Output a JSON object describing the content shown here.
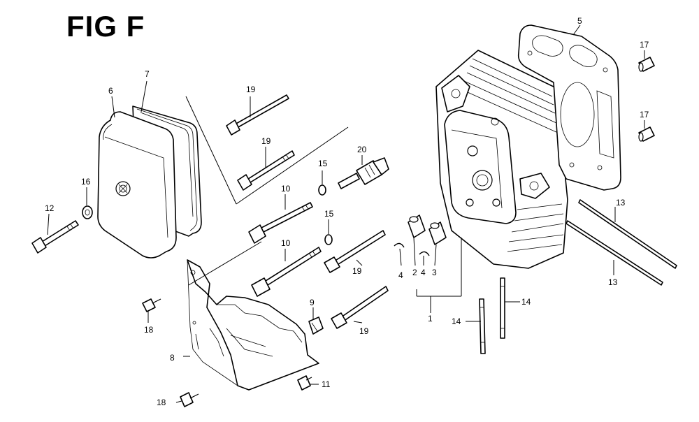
{
  "figure": {
    "title": "FIG F"
  },
  "callouts": [
    {
      "id": "c1",
      "label": "1"
    },
    {
      "id": "c2",
      "label": "2"
    },
    {
      "id": "c3",
      "label": "3"
    },
    {
      "id": "c4a",
      "label": "4"
    },
    {
      "id": "c4b",
      "label": "4"
    },
    {
      "id": "c5",
      "label": "5"
    },
    {
      "id": "c6",
      "label": "6"
    },
    {
      "id": "c7",
      "label": "7"
    },
    {
      "id": "c8",
      "label": "8"
    },
    {
      "id": "c9",
      "label": "9"
    },
    {
      "id": "c10a",
      "label": "10"
    },
    {
      "id": "c10b",
      "label": "10"
    },
    {
      "id": "c11",
      "label": "11"
    },
    {
      "id": "c12",
      "label": "12"
    },
    {
      "id": "c13a",
      "label": "13"
    },
    {
      "id": "c13b",
      "label": "13"
    },
    {
      "id": "c14a",
      "label": "14"
    },
    {
      "id": "c14b",
      "label": "14"
    },
    {
      "id": "c15a",
      "label": "15"
    },
    {
      "id": "c15b",
      "label": "15"
    },
    {
      "id": "c16",
      "label": "16"
    },
    {
      "id": "c17a",
      "label": "17"
    },
    {
      "id": "c17b",
      "label": "17"
    },
    {
      "id": "c18a",
      "label": "18"
    },
    {
      "id": "c18b",
      "label": "18"
    },
    {
      "id": "c19a",
      "label": "19"
    },
    {
      "id": "c19b",
      "label": "19"
    },
    {
      "id": "c19c",
      "label": "19"
    },
    {
      "id": "c19d",
      "label": "19"
    },
    {
      "id": "c20",
      "label": "20"
    }
  ]
}
